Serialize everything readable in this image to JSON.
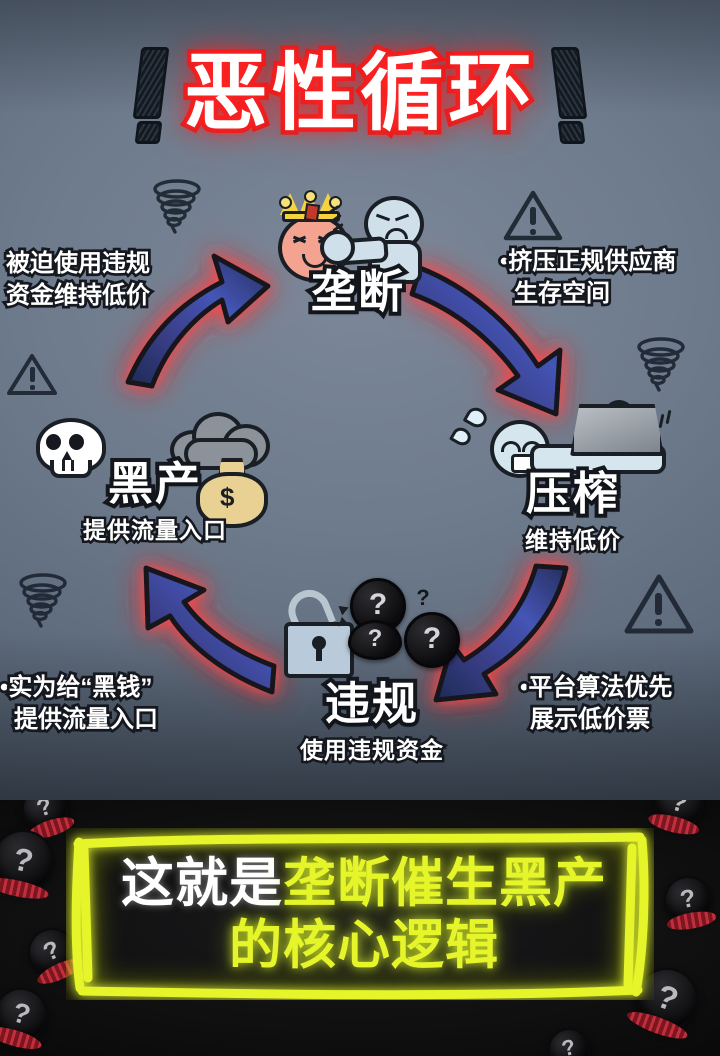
{
  "title": {
    "text": "恶性循环",
    "left_mark": "exclamation-mark",
    "right_mark": "exclamation-mark",
    "color": "#ffffff",
    "glow_color": "#e02020"
  },
  "cycle": {
    "direction": "clockwise",
    "nodes": [
      {
        "id": "monopoly",
        "title": "垄断",
        "subtitle": "",
        "icon": "crowned-face-punched"
      },
      {
        "id": "squeeze",
        "title": "压榨",
        "subtitle": "维持低价",
        "icon": "person-crushed-by-weight"
      },
      {
        "id": "violation",
        "title": "违规",
        "subtitle": "使用违规资金",
        "icon": "unlocked-padlock-question-coins"
      },
      {
        "id": "black",
        "title": "黑产",
        "subtitle": "提供流量入口",
        "icon": "skull-cloud-moneybag"
      }
    ],
    "arrows": [
      {
        "id": "arrow-black-to-monopoly",
        "from": "黑产",
        "to": "垄断",
        "direction": "up-right"
      },
      {
        "id": "arrow-monopoly-to-squeeze",
        "from": "垄断",
        "to": "压榨",
        "direction": "down-right"
      },
      {
        "id": "arrow-squeeze-to-violation",
        "from": "压榨",
        "to": "违规",
        "direction": "down-left"
      },
      {
        "id": "arrow-violation-to-black",
        "from": "违规",
        "to": "黑产",
        "direction": "up-left"
      }
    ]
  },
  "annotations": {
    "top_left": {
      "bullet": "",
      "line1": "被迫使用违规",
      "line2": "资金维持低价"
    },
    "top_right": {
      "bullet": "•",
      "line1": "挤压正规供应商",
      "line2": "生存空间"
    },
    "bottom_left": {
      "bullet": "•",
      "line1": "实为给“黑钱”",
      "line2": "提供流量入口"
    },
    "bottom_right": {
      "bullet": "•",
      "line1": "平台算法优先",
      "line2": "展示低价票"
    }
  },
  "doodles": [
    {
      "name": "warning-triangle-icon",
      "position": "left-upper"
    },
    {
      "name": "tornado-icon",
      "position": "left-mid-upper"
    },
    {
      "name": "tornado-icon",
      "position": "left-lower"
    },
    {
      "name": "warning-triangle-icon",
      "position": "right-upper"
    },
    {
      "name": "tornado-icon",
      "position": "right-upper-far"
    },
    {
      "name": "warning-triangle-icon",
      "position": "right-lower"
    }
  ],
  "banner": {
    "line1_white": "这就是",
    "line1_neon": "垄断催生黑产",
    "line2_neon": "的核心逻辑",
    "frame_color": "#e5f52a",
    "background": "#0b0b0c",
    "coins": [
      {
        "symbol": "?",
        "position": "top-left"
      },
      {
        "symbol": "?",
        "position": "left-upper"
      },
      {
        "symbol": "?",
        "position": "left-mid"
      },
      {
        "symbol": "?",
        "position": "left-bottom"
      },
      {
        "symbol": "?",
        "position": "right-top"
      },
      {
        "symbol": "?",
        "position": "right-mid"
      },
      {
        "symbol": "?",
        "position": "right-bottom"
      },
      {
        "symbol": "?",
        "position": "bottom-right"
      }
    ]
  },
  "colors": {
    "background_top": "#6e7b8c",
    "background_bottom": "#0b0b0c",
    "arrow_fill": "#2b3a6b",
    "arrow_glow": "#ff4d4d",
    "title_glow": "#e02020",
    "neon": "#e5f52a"
  }
}
